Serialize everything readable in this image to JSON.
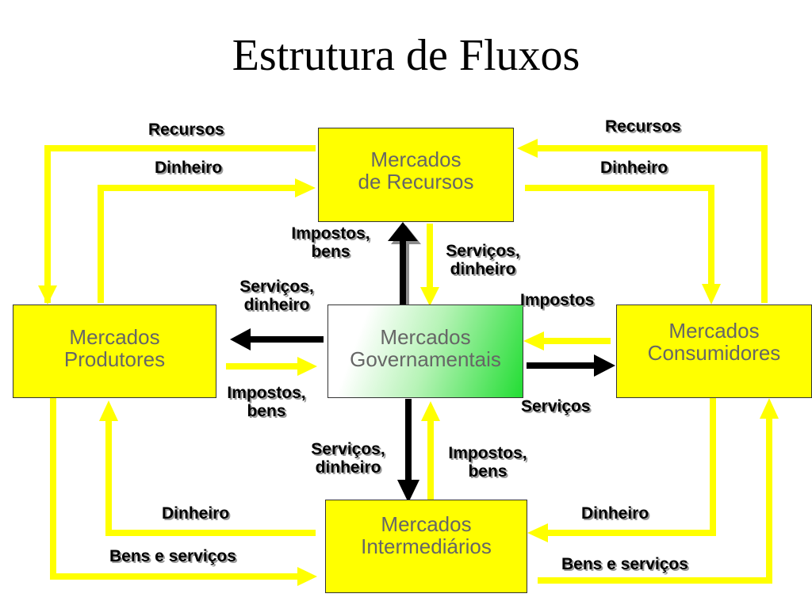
{
  "title": "Estrutura de Fluxos",
  "boxes": {
    "recursos": {
      "line1": "Mercados",
      "line2": "de Recursos"
    },
    "produtores": {
      "line1": "Mercados",
      "line2": "Produtores"
    },
    "governamentais": {
      "line1": "Mercados",
      "line2": "Governamentais"
    },
    "consumidores": {
      "line1": "Mercados",
      "line2": "Consumidores"
    },
    "intermediarios": {
      "line1": "Mercados",
      "line2": "Intermediários"
    }
  },
  "labels": {
    "recursos_left": "Recursos",
    "dinheiro_top_left": "Dinheiro",
    "recursos_right": "Recursos",
    "dinheiro_top_right": "Dinheiro",
    "impostos_bens_top": {
      "line1": "Impostos,",
      "line2": "bens"
    },
    "servicos_dinheiro_top": {
      "line1": "Serviços,",
      "line2": "dinheiro"
    },
    "servicos_dinheiro_left": {
      "line1": "Serviços,",
      "line2": "dinheiro"
    },
    "impostos_right": "Impostos",
    "impostos_bens_left": {
      "line1": "Impostos,",
      "line2": "bens"
    },
    "servicos_right": "Serviços",
    "servicos_dinheiro_bottom": {
      "line1": "Serviços,",
      "line2": "dinheiro"
    },
    "impostos_bens_bottom": {
      "line1": "Impostos,",
      "line2": "bens"
    },
    "dinheiro_bottom_left": "Dinheiro",
    "bens_servicos_left": "Bens e serviços",
    "dinheiro_bottom_right": "Dinheiro",
    "bens_servicos_right": "Bens e serviços"
  },
  "colors": {
    "flow_yellow": "#ffff00",
    "flow_black": "#000000",
    "box_yellow": "#ffff00",
    "box_text": "#666666",
    "gov_green": "#22dd33"
  }
}
